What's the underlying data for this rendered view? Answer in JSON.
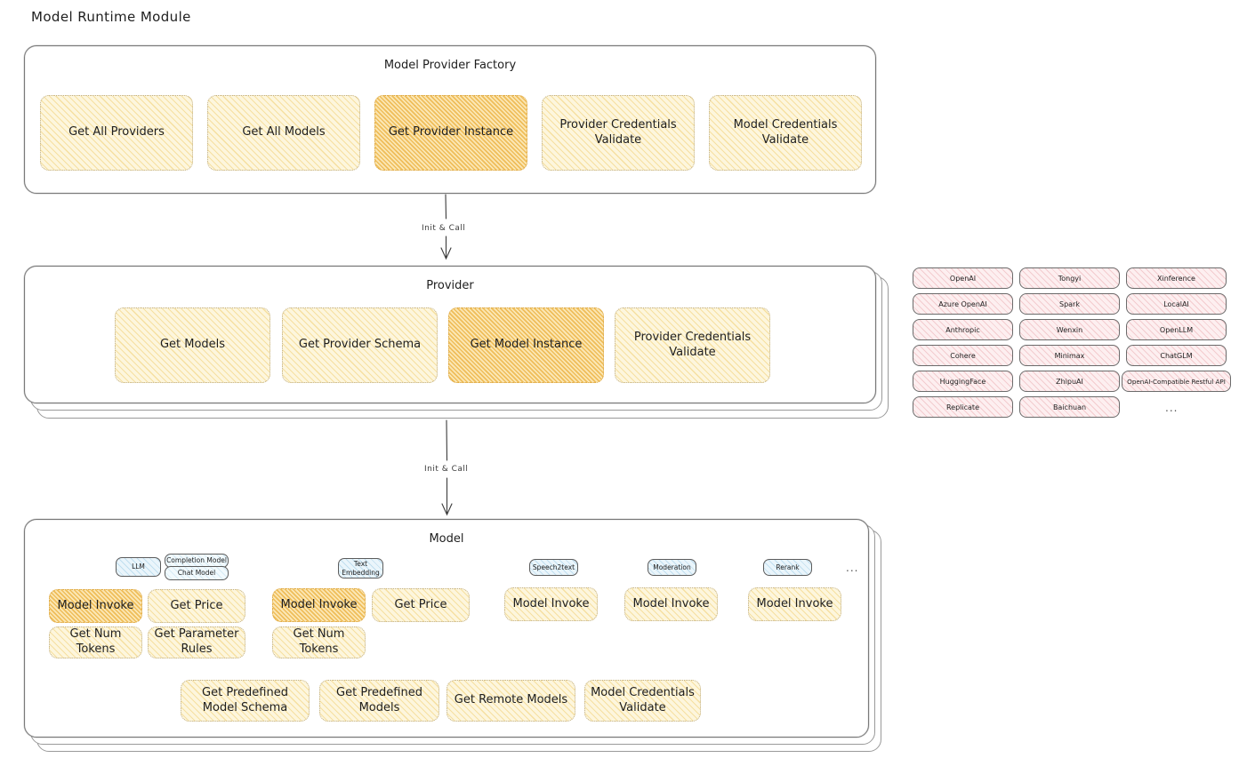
{
  "page": {
    "title": "Model Runtime Module"
  },
  "arrows": [
    {
      "label": "Init & Call"
    },
    {
      "label": "Init & Call"
    }
  ],
  "factory": {
    "title": "Model Provider Factory",
    "nodes": [
      {
        "label": "Get All Providers",
        "highlight": false
      },
      {
        "label": "Get All Models",
        "highlight": false
      },
      {
        "label": "Get Provider Instance",
        "highlight": true
      },
      {
        "label": "Provider Credentials Validate",
        "highlight": false
      },
      {
        "label": "Model Credentials Validate",
        "highlight": false
      }
    ]
  },
  "provider": {
    "title": "Provider",
    "nodes": [
      {
        "label": "Get Models",
        "highlight": false
      },
      {
        "label": "Get Provider Schema",
        "highlight": false
      },
      {
        "label": "Get Model Instance",
        "highlight": true
      },
      {
        "label": "Provider Credentials Validate",
        "highlight": false
      }
    ]
  },
  "provider_list": {
    "columns": [
      [
        "OpenAI",
        "Azure OpenAI",
        "Anthropic",
        "Cohere",
        "HuggingFace",
        "Replicate"
      ],
      [
        "Tongyi",
        "Spark",
        "Wenxin",
        "Minimax",
        "ZhipuAI",
        "Baichuan"
      ],
      [
        "Xinference",
        "LocalAI",
        "OpenLLM",
        "ChatGLM",
        "OpenAI-Compatible Restful API"
      ]
    ],
    "more": "..."
  },
  "model": {
    "title": "Model",
    "more": "...",
    "types": [
      {
        "badge": "LLM",
        "sub_badges": [
          "Completion Model",
          "Chat Model"
        ],
        "nodes": [
          {
            "label": "Model Invoke",
            "highlight": true
          },
          {
            "label": "Get Price",
            "highlight": false
          },
          {
            "label": "Get Num Tokens",
            "highlight": false
          },
          {
            "label": "Get Parameter Rules",
            "highlight": false
          }
        ]
      },
      {
        "badge": "Text Embedding",
        "sub_badges": [],
        "nodes": [
          {
            "label": "Model Invoke",
            "highlight": true
          },
          {
            "label": "Get Price",
            "highlight": false
          },
          {
            "label": "Get Num Tokens",
            "highlight": false
          }
        ]
      },
      {
        "badge": "Speech2text",
        "sub_badges": [],
        "nodes": [
          {
            "label": "Model Invoke",
            "highlight": false
          }
        ]
      },
      {
        "badge": "Moderation",
        "sub_badges": [],
        "nodes": [
          {
            "label": "Model Invoke",
            "highlight": false
          }
        ]
      },
      {
        "badge": "Rerank",
        "sub_badges": [],
        "nodes": [
          {
            "label": "Model Invoke",
            "highlight": false
          }
        ]
      }
    ],
    "common_nodes": [
      {
        "label": "Get Predefined Model Schema"
      },
      {
        "label": "Get Predefined Models"
      },
      {
        "label": "Get Remote Models"
      },
      {
        "label": "Model Credentials Validate"
      }
    ]
  },
  "colors": {
    "node_fill": "#fdf6dd",
    "node_highlight_fill": "#fbe7b4",
    "chip_fill": "#fdeff0",
    "badge_fill": "#eaf5fb",
    "stroke": "#1e1e1e"
  }
}
